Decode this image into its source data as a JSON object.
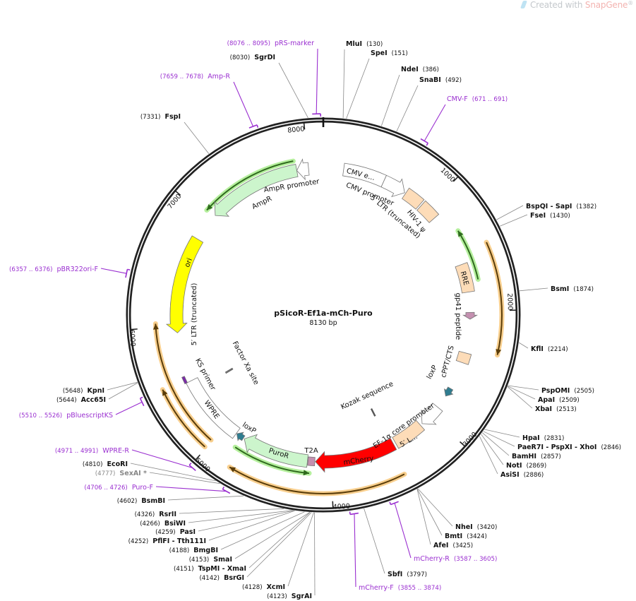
{
  "watermark": {
    "prefix": "Created with ",
    "brand": "SnapGene",
    "reg": "®"
  },
  "plasmid": {
    "name": "pSicoR-Ef1a-mCh-Puro",
    "length_label": "8130 bp",
    "length": 8130
  },
  "ticks": [
    "1000",
    "2000",
    "3000",
    "4000",
    "5000",
    "6000",
    "7000",
    "8000"
  ],
  "colors": {
    "backbone": "#222222",
    "primer": "#9a2fd0",
    "enzyme_line": "#888888",
    "orf_orange": "#f7c77a",
    "orf_green": "#a8ec8c"
  },
  "features": [
    {
      "label": "CMV e...",
      "start": 180,
      "end": 550,
      "dir": 0,
      "color": "#ffffff"
    },
    {
      "label": "CMV promoter",
      "start": 550,
      "end": 760,
      "dir": 1,
      "color": "#ffffff"
    },
    {
      "label": "5′ LTR (truncated)",
      "start": 770,
      "end": 930,
      "dir": 0,
      "color": "#fddcb8"
    },
    {
      "label": "HIV-1 ψ",
      "start": 945,
      "end": 1105,
      "dir": 0,
      "color": "#fddcb8"
    },
    {
      "label": "RRE",
      "start": 1580,
      "end": 1830,
      "dir": 0,
      "color": "#fddcb8"
    },
    {
      "label": "gp41 peptide",
      "start": 2010,
      "end": 2070,
      "dir": 1,
      "color": "#c490b0"
    },
    {
      "label": "cPPT/CTS",
      "start": 2370,
      "end": 2460,
      "dir": 0,
      "color": "#fddcb8"
    },
    {
      "label": "loxP",
      "start": 2710,
      "end": 2790,
      "dir": 1,
      "color": "#2f7d90"
    },
    {
      "label": "EF-1α core promoter",
      "start": 2910,
      "end": 3110,
      "dir": 1,
      "color": "#ffffff"
    },
    {
      "label": "5′ L...",
      "start": 3130,
      "end": 3400,
      "dir": 0,
      "color": "#fddcb8"
    },
    {
      "label": "mCherry",
      "start": 3420,
      "end": 4135,
      "dir": 1,
      "color": "#ff0000"
    },
    {
      "label": "T2A",
      "start": 4140,
      "end": 4200,
      "dir": 0,
      "color": "#c490b0"
    },
    {
      "label": "PuroR",
      "start": 4205,
      "end": 4800,
      "dir": 1,
      "color": "#ccf5cc"
    },
    {
      "label": "loxP",
      "start": 4810,
      "end": 4880,
      "dir": 1,
      "color": "#2f7d90"
    },
    {
      "label": "WPRE",
      "start": 4885,
      "end": 5500,
      "dir": 0,
      "color": "#ffffff"
    },
    {
      "label": "KS primer",
      "start": 5500,
      "end": 5560,
      "dir": 0,
      "color": "#7a2aa8"
    },
    {
      "label": "Factor Xa site",
      "start": 5400,
      "end": 5412,
      "dir": 2,
      "color": "#555555"
    },
    {
      "label": "Kozak sequence",
      "start": 3447,
      "end": 3457,
      "dir": 2,
      "color": "#555555"
    },
    {
      "label": "5′ LTR (truncated)",
      "start": 6020,
      "end": 6210,
      "dir": 0,
      "color": "#fddcb8"
    },
    {
      "label": "ori",
      "start": 5940,
      "end": 6800,
      "dir": -1,
      "color": "#ffff00"
    },
    {
      "label": "AmpR",
      "start": 7060,
      "end": 7895,
      "dir": -1,
      "color": "#ccf5cc"
    },
    {
      "label": "AmpR promoter",
      "start": 7895,
      "end": 8000,
      "dir": -1,
      "color": "#ffffff"
    }
  ],
  "orfs": [
    {
      "start": 7045,
      "end": 7880,
      "dir": -1,
      "color": "green"
    },
    {
      "start": 1310,
      "end": 1740,
      "dir": -1,
      "color": "green"
    },
    {
      "start": 1490,
      "end": 2325,
      "dir": 1,
      "color": "orange"
    },
    {
      "start": 5012,
      "end": 6030,
      "dir": 1,
      "color": "orange"
    },
    {
      "start": 5012,
      "end": 5535,
      "dir": 1,
      "color": "orange"
    },
    {
      "start": 3455,
      "end": 4780,
      "dir": 1,
      "color": "orange"
    },
    {
      "start": 4180,
      "end": 4826,
      "dir": -1,
      "color": "green"
    }
  ],
  "sites": [
    {
      "name": "pRS-marker",
      "pos": "(8076 .. 8095)",
      "kind": "primer"
    },
    {
      "name": "SgrDI",
      "pos": "(8030)",
      "kind": "enzyme"
    },
    {
      "name": "Amp-R",
      "pos": "(7659 .. 7678)",
      "kind": "primer"
    },
    {
      "name": "FspI",
      "pos": "(7331)",
      "kind": "enzyme"
    },
    {
      "name": "MluI",
      "pos": "(130)",
      "kind": "enzyme"
    },
    {
      "name": "SpeI",
      "pos": "(151)",
      "kind": "enzyme"
    },
    {
      "name": "NdeI",
      "pos": "(386)",
      "kind": "enzyme"
    },
    {
      "name": "SnaBI",
      "pos": "(492)",
      "kind": "enzyme"
    },
    {
      "name": "CMV-F",
      "pos": "(671 .. 691)",
      "kind": "primer"
    },
    {
      "name": "BspQI  - SapI",
      "pos": "(1382)",
      "kind": "enzyme"
    },
    {
      "name": "FseI",
      "pos": "(1430)",
      "kind": "enzyme"
    },
    {
      "name": "BsmI",
      "pos": "(1874)",
      "kind": "enzyme"
    },
    {
      "name": "KflI",
      "pos": "(2214)",
      "kind": "enzyme"
    },
    {
      "name": "PspOMI",
      "pos": "(2505)",
      "kind": "enzyme"
    },
    {
      "name": "ApaI",
      "pos": "(2509)",
      "kind": "enzyme"
    },
    {
      "name": "XbaI",
      "pos": "(2513)",
      "kind": "enzyme"
    },
    {
      "name": "HpaI",
      "pos": "(2831)",
      "kind": "enzyme"
    },
    {
      "name": "PaeR7I  - PspXI  - XhoI",
      "pos": "(2846)",
      "kind": "enzyme"
    },
    {
      "name": "BamHI",
      "pos": "(2857)",
      "kind": "enzyme"
    },
    {
      "name": "NotI",
      "pos": "(2869)",
      "kind": "enzyme"
    },
    {
      "name": "AsiSI",
      "pos": "(2886)",
      "kind": "enzyme"
    },
    {
      "name": "NheI",
      "pos": "(3420)",
      "kind": "enzyme"
    },
    {
      "name": "BmtI",
      "pos": "(3424)",
      "kind": "enzyme"
    },
    {
      "name": "AfeI",
      "pos": "(3425)",
      "kind": "enzyme"
    },
    {
      "name": "mCherry-R",
      "pos": "(3587 .. 3605)",
      "kind": "primer"
    },
    {
      "name": "SbfI",
      "pos": "(3797)",
      "kind": "enzyme"
    },
    {
      "name": "mCherry-F",
      "pos": "(3855 .. 3874)",
      "kind": "primer"
    },
    {
      "name": "pBR322ori-F",
      "pos": "(6357 .. 6376)",
      "kind": "primer"
    },
    {
      "name": "KpnI",
      "pos": "(5648)",
      "kind": "enzyme"
    },
    {
      "name": "Acc65I",
      "pos": "(5644)",
      "kind": "enzyme"
    },
    {
      "name": "pBluescriptKS",
      "pos": "(5510 .. 5526)",
      "kind": "primer"
    },
    {
      "name": "WPRE-R",
      "pos": "(4971 .. 4991)",
      "kind": "primer"
    },
    {
      "name": "EcoRI",
      "pos": "(4810)",
      "kind": "enzyme"
    },
    {
      "name": "SexAI *",
      "pos": "(4777)",
      "kind": "enzyme-gray"
    },
    {
      "name": "Puro-F",
      "pos": "(4706 .. 4726)",
      "kind": "primer"
    },
    {
      "name": "BsmBI",
      "pos": "(4602)",
      "kind": "enzyme"
    },
    {
      "name": "RsrII",
      "pos": "(4326)",
      "kind": "enzyme"
    },
    {
      "name": "BsiWI",
      "pos": "(4266)",
      "kind": "enzyme"
    },
    {
      "name": "PasI",
      "pos": "(4259)",
      "kind": "enzyme"
    },
    {
      "name": "PflFI  - Tth111I",
      "pos": "(4252)",
      "kind": "enzyme"
    },
    {
      "name": "BmgBI",
      "pos": "(4188)",
      "kind": "enzyme"
    },
    {
      "name": "SmaI",
      "pos": "(4153)",
      "kind": "enzyme"
    },
    {
      "name": "TspMI  - XmaI",
      "pos": "(4151)",
      "kind": "enzyme"
    },
    {
      "name": "BsrGI",
      "pos": "(4142)",
      "kind": "enzyme"
    },
    {
      "name": "XcmI",
      "pos": "(4128)",
      "kind": "enzyme"
    },
    {
      "name": "SgrAI",
      "pos": "(4123)",
      "kind": "enzyme"
    }
  ]
}
